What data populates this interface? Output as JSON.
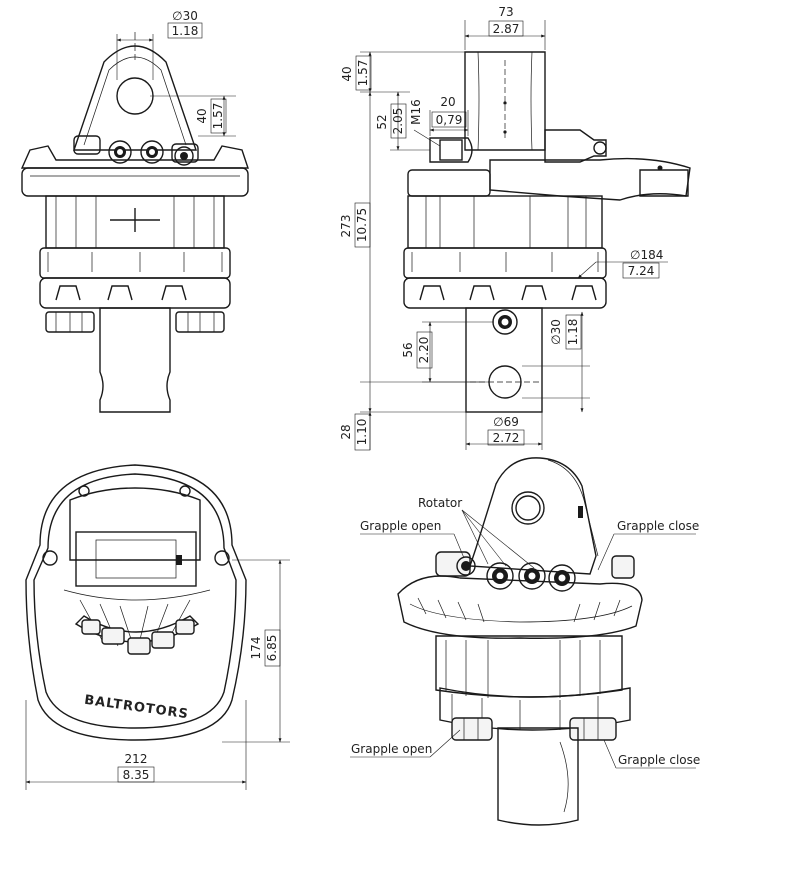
{
  "front_view": {
    "pin_diameter": {
      "symbol": "∅30",
      "inch": "1.18"
    },
    "ear_height": {
      "mm": "40",
      "inch": "1.57"
    }
  },
  "side_view": {
    "width_top": {
      "mm": "73",
      "inch": "2.87"
    },
    "top_height": {
      "mm": "40",
      "inch": "1.57"
    },
    "port_offset": {
      "mm": "52",
      "inch": "2.05"
    },
    "port_thread": "M16",
    "port_spacing": {
      "mm": "20",
      "inch": "0,79"
    },
    "total_height": {
      "mm": "273",
      "inch": "10.75"
    },
    "body_diameter": {
      "symbol": "∅184",
      "inch": "7.24"
    },
    "bottom_pin_offset": {
      "mm": "56",
      "inch": "2.20"
    },
    "bottom_pin_diameter": {
      "symbol": "∅30",
      "inch": "1.18"
    },
    "bottom_end": {
      "mm": "28",
      "inch": "1.10"
    },
    "shaft_diameter": {
      "symbol": "∅69",
      "inch": "2.72"
    }
  },
  "top_view": {
    "brand": "BALTROTORS",
    "depth": {
      "mm": "174",
      "inch": "6.85"
    },
    "width": {
      "mm": "212",
      "inch": "8.35"
    }
  },
  "iso_view": {
    "labels": {
      "rotator": "Rotator",
      "grapple_open_top": "Grapple open",
      "grapple_close_top": "Grapple close",
      "grapple_open_bottom": "Grapple open",
      "grapple_close_bottom": "Grapple close"
    }
  }
}
